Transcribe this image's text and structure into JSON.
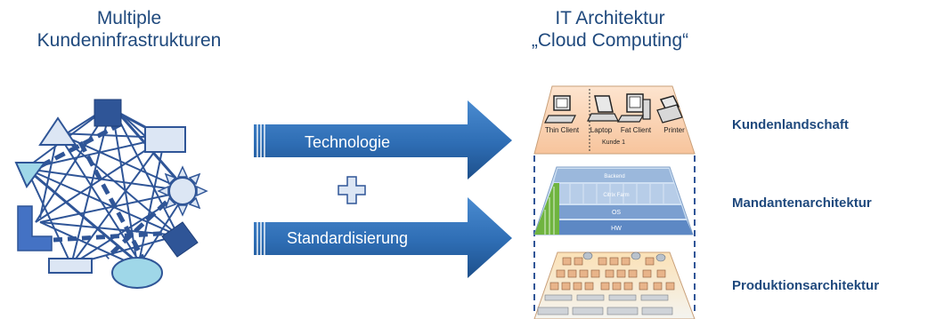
{
  "left_title": {
    "line1": "Multiple",
    "line2": "Kundeninfrastrukturen"
  },
  "right_title": {
    "line1": "IT Architektur",
    "line2": "„Cloud Computing“"
  },
  "arrows": {
    "technologie": "Technologie",
    "standardisierung": "Standardisierung"
  },
  "layers": {
    "kundenlandschaft": "Kundenlandschaft",
    "mandantenarchitektur": "Mandantenarchitektur",
    "produktionsarchitektur": "Produktionsarchitektur"
  },
  "devices": {
    "thin_client": "Thin Client",
    "laptop": "Laptop",
    "fat_client": "Fat Client",
    "printer": "Printer",
    "kunde": "Kunde 1"
  },
  "mandant_bands": {
    "backend": "Backend",
    "citrix": "Citrix Farm",
    "os": "OS",
    "hw": "HW"
  },
  "colors": {
    "title": "#1f497d",
    "arrow": "#2e6db4",
    "shape_dark": "#2f5597",
    "shape_light": "#dce6f4",
    "shape_cyan": "#a9d8ea"
  },
  "icons": [
    "plus-icon",
    "thin-client-icon",
    "laptop-icon",
    "fat-client-icon",
    "printer-icon"
  ]
}
